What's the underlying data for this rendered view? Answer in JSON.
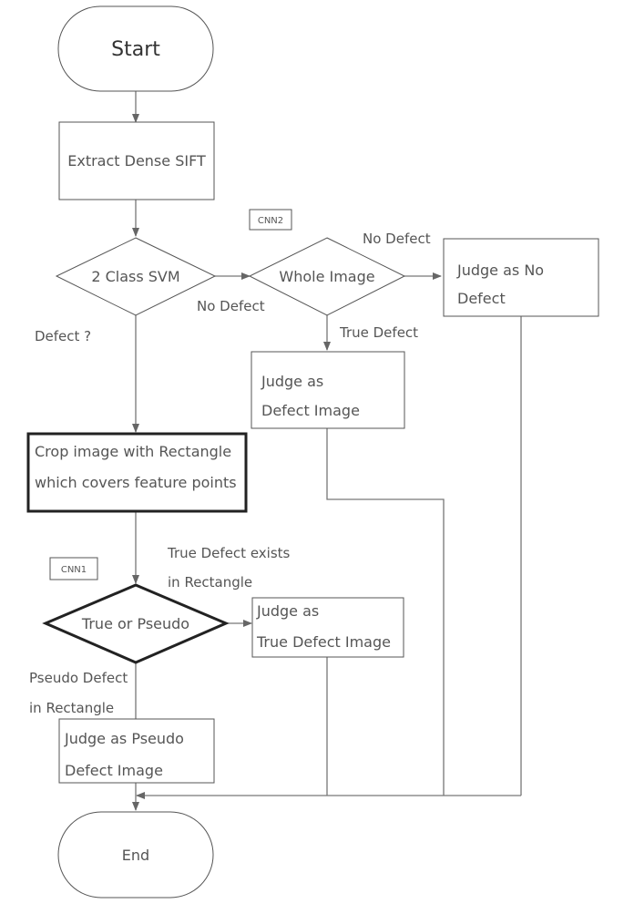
{
  "nodes": {
    "start": "Start",
    "extract": "Extract Dense SIFT",
    "svm": "2 Class SVM",
    "whole": "Whole Image",
    "judge_no_defect": [
      "Judge as No",
      "Defect"
    ],
    "judge_defect": [
      "Judge as",
      "Defect Image"
    ],
    "crop": [
      "Crop image with Rectangle",
      "which covers feature points"
    ],
    "true_pseudo": "True or Pseudo",
    "judge_true": [
      "Judge as",
      "True Defect Image"
    ],
    "judge_pseudo": [
      "Judge as Pseudo",
      "Defect Image"
    ],
    "end": "End"
  },
  "tags": {
    "cnn2": "CNN2",
    "cnn1": "CNN1"
  },
  "labels": {
    "no_defect_top": "No Defect",
    "no_defect_svm": "No Defect",
    "defect_q": "Defect ?",
    "true_defect": "True Defect",
    "true_defect_exists": [
      "True Defect exists",
      "in Rectangle"
    ],
    "pseudo_defect": [
      "Pseudo Defect",
      "in Rectangle"
    ]
  }
}
